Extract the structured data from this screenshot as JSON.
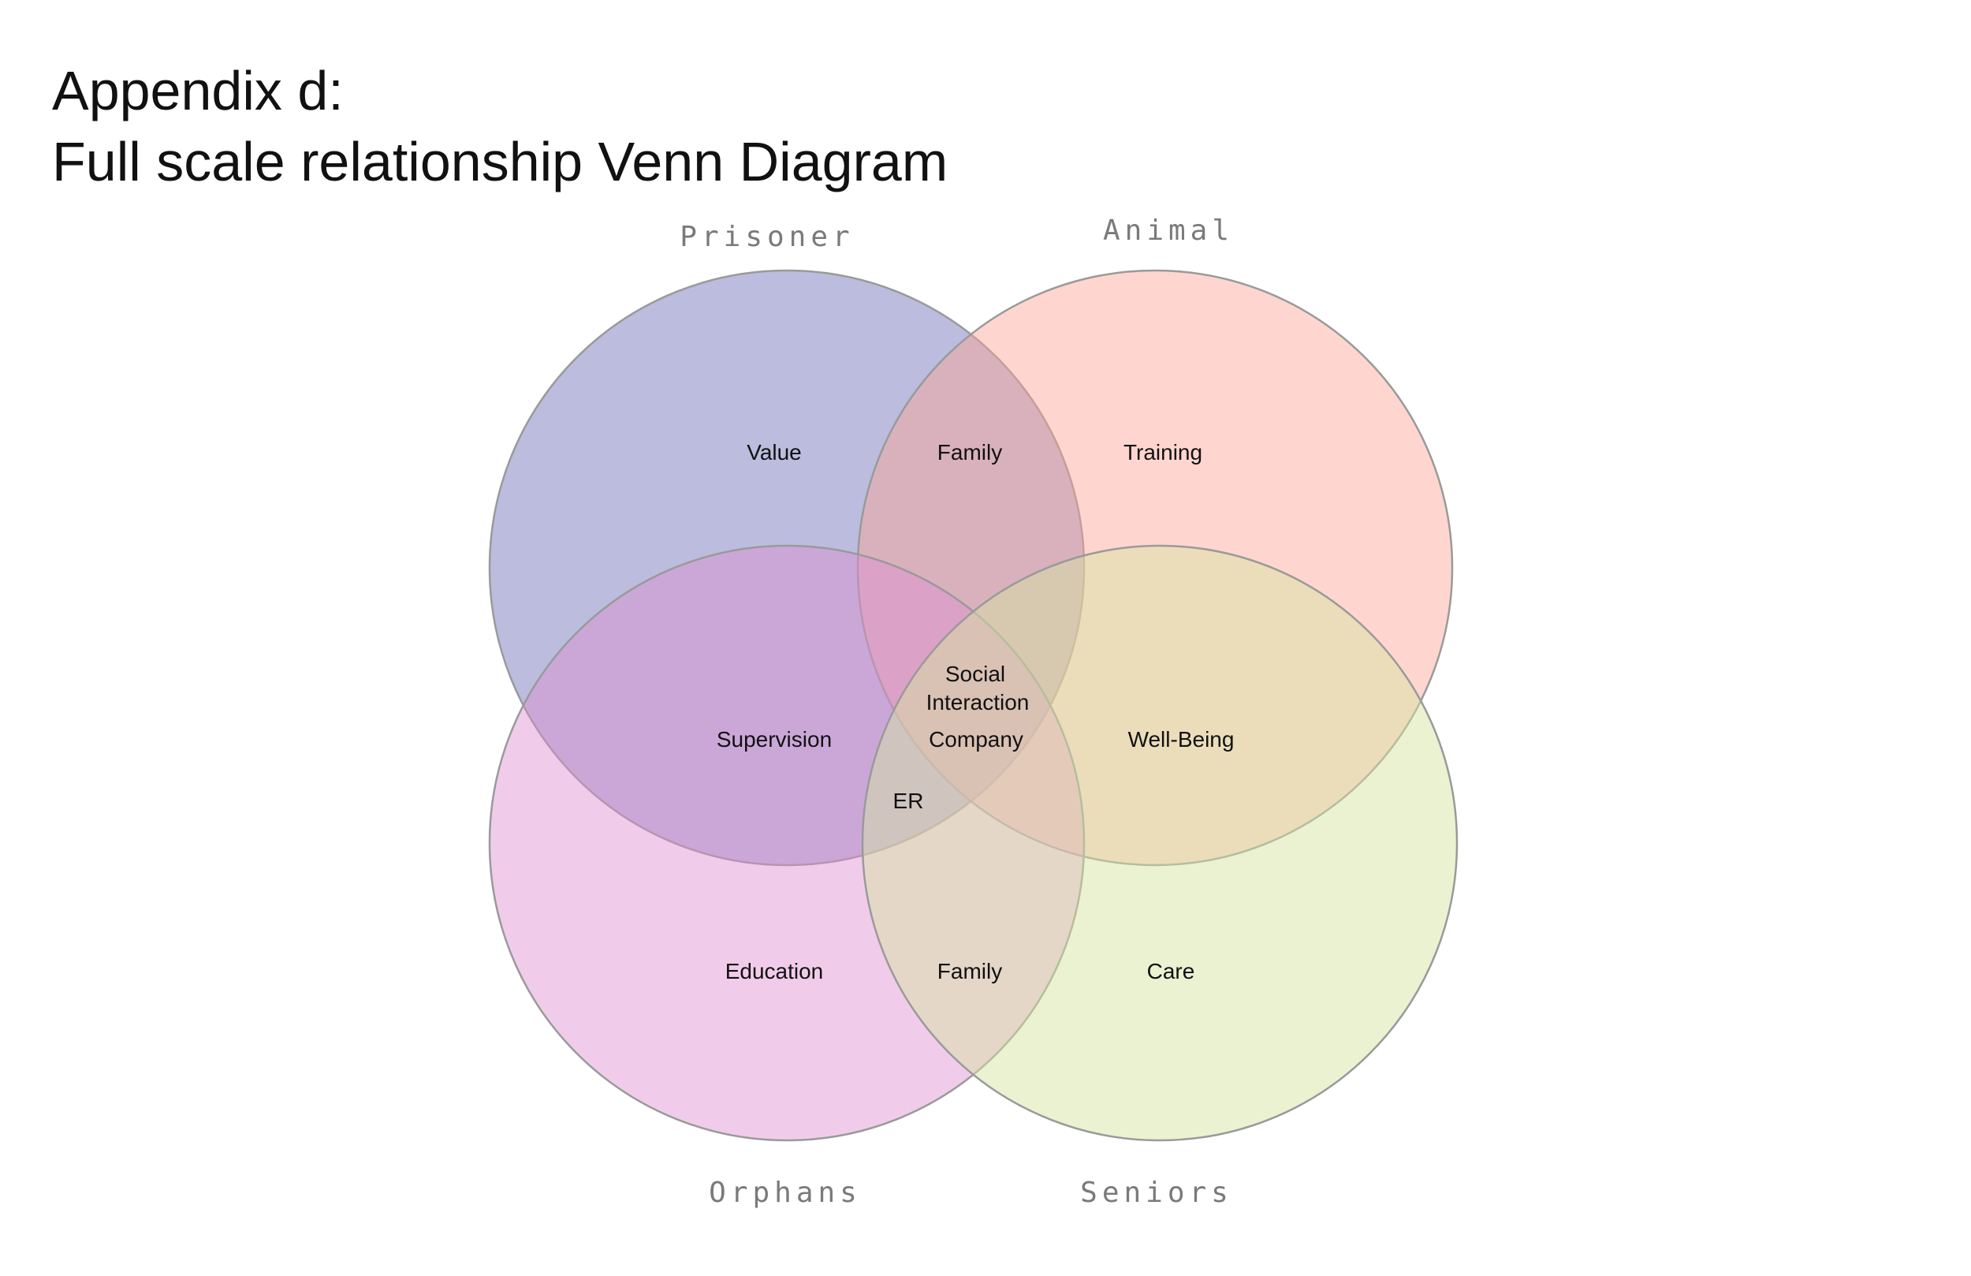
{
  "title": {
    "line1": "Appendix d:",
    "line2": "Full scale relationship Venn Diagram"
  },
  "sets": [
    {
      "id": "prisoner",
      "label": "Prisoner",
      "color": "#7d7fc0"
    },
    {
      "id": "animal",
      "label": "Animal",
      "color": "#ffa595"
    },
    {
      "id": "orphans",
      "label": "Orphans",
      "color": "#e08fd0"
    },
    {
      "id": "seniors",
      "label": "Seniors",
      "color": "#d6e3a0"
    }
  ],
  "regions": {
    "prisoner_only": "Value",
    "prisoner_animal": "Family",
    "animal_only": "Training",
    "center_social_line1": "Social",
    "center_social_line2": "Interaction",
    "prisoner_orphans": "Supervision",
    "center_company": "Company",
    "animal_seniors": "Well-Being",
    "er": "ER",
    "orphans_only": "Education",
    "orphans_seniors": "Family",
    "seniors_only": "Care"
  }
}
